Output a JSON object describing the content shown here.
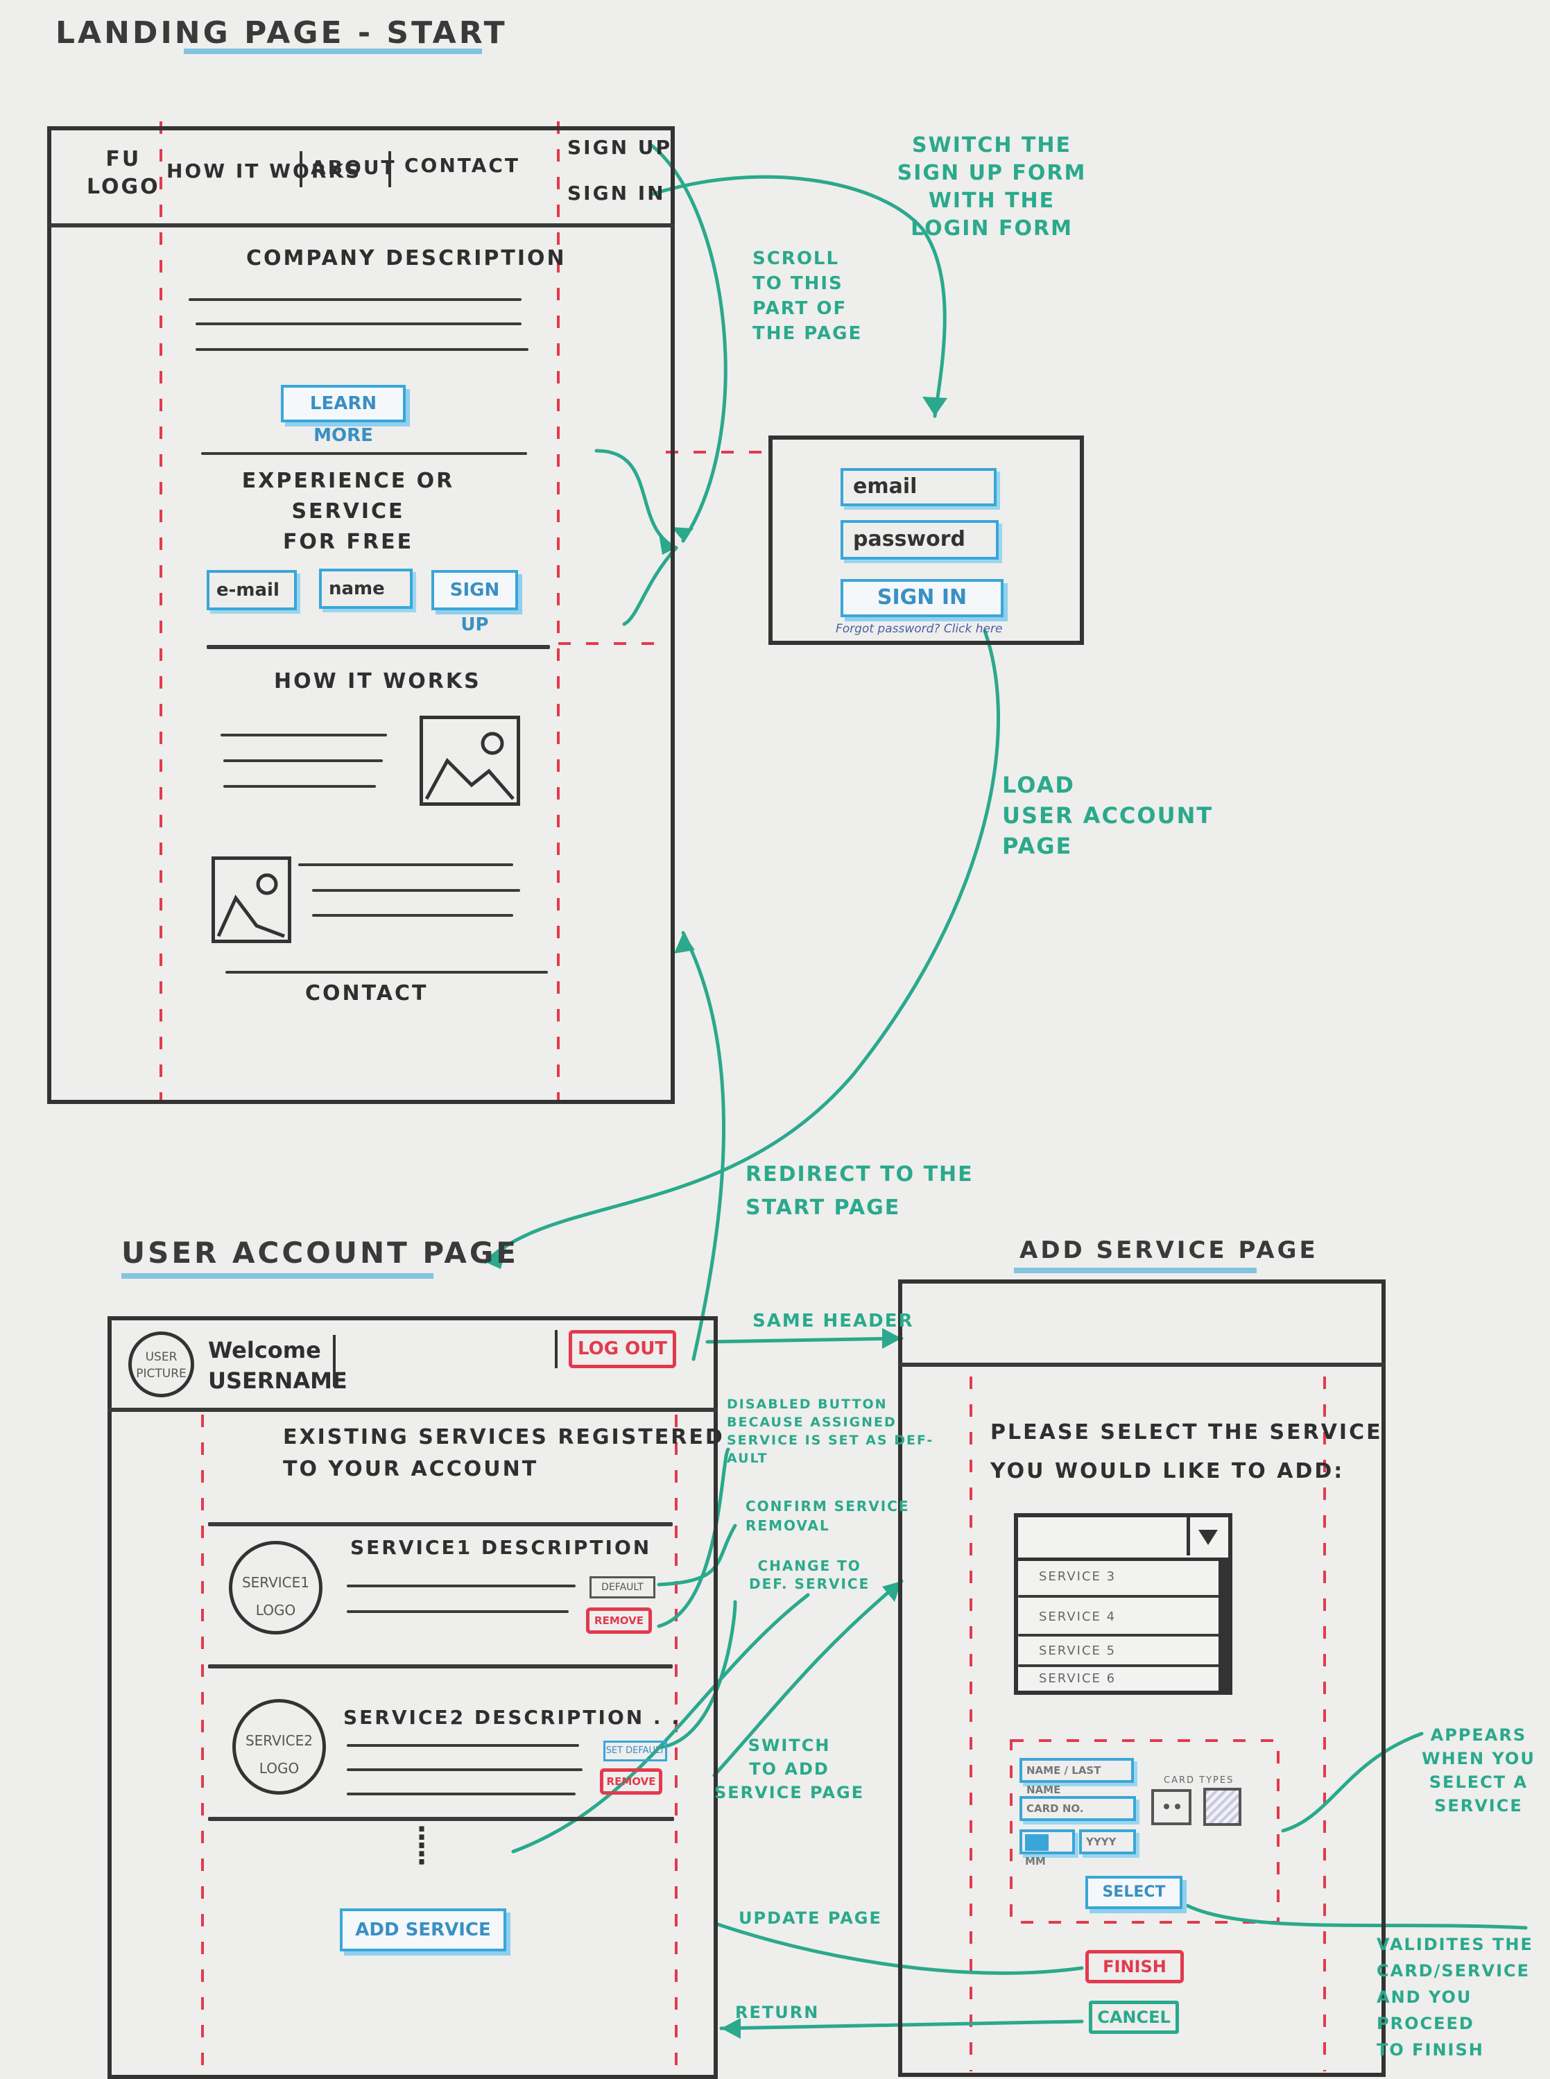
{
  "landing": {
    "title": "LANDING PAGE - START",
    "logo_line1": "FU",
    "logo_line2": "LOGO",
    "nav": [
      "HOW IT WORKS",
      "ABOUT",
      "CONTACT"
    ],
    "sign_up": "SIGN UP",
    "sign_in": "SIGN IN",
    "company_description": "COMPANY DESCRIPTION",
    "learn_more": "LEARN MORE",
    "experience_line1": "EXPERIENCE OR SERVICE",
    "experience_line2": "FOR FREE",
    "email_field": "e-mail",
    "name_field": "name",
    "signup_button": "SIGN UP",
    "how_it_works": "HOW IT WORKS",
    "contact": "CONTACT"
  },
  "login": {
    "email": "email",
    "password": "password",
    "sign_in": "SIGN IN",
    "forgot": "Forgot password? Click here"
  },
  "annotations": {
    "switch_form": [
      "SWITCH THE",
      "SIGN UP FORM",
      "WITH THE",
      "LOGIN FORM"
    ],
    "scroll": [
      "SCROLL",
      "TO THIS",
      "PART OF",
      "THE PAGE"
    ],
    "load_account": [
      "LOAD",
      "USER ACCOUNT",
      "PAGE"
    ],
    "redirect": [
      "REDIRECT TO THE",
      "START PAGE"
    ],
    "same_header": "SAME HEADER",
    "disabled_button": [
      "DISABLED BUTTON",
      "BECAUSE ASSIGNED",
      "SERVICE IS SET AS DEF-",
      "AULT"
    ],
    "confirm_removal": [
      "CONFIRM SERVICE",
      "REMOVAL"
    ],
    "change_default": [
      "CHANGE TO",
      "DEF. SERVICE"
    ],
    "switch_add": [
      "SWITCH",
      "TO ADD",
      "SERVICE PAGE"
    ],
    "update_page": "UPDATE PAGE",
    "return": "RETURN",
    "appears": [
      "APPEARS",
      "WHEN YOU",
      "SELECT A",
      "SERVICE"
    ],
    "validates": [
      "VALIDITES THE",
      "CARD/SERVICE",
      "AND YOU PROCEED",
      "TO FINISH"
    ]
  },
  "account": {
    "title": "USER ACCOUNT PAGE",
    "user_picture_line1": "USER",
    "user_picture_line2": "PICTURE",
    "welcome": "Welcome",
    "username": "USERNAME",
    "log_out": "LOG OUT",
    "existing_line1": "EXISTING SERVICES REGISTERED",
    "existing_line2": "TO YOUR ACCOUNT",
    "services": [
      {
        "logo1": "SERVICE1",
        "logo2": "LOGO",
        "description": "SERVICE1 DESCRIPTION",
        "action": "DEFAULT",
        "remove": "REMOVE"
      },
      {
        "logo1": "SERVICE2",
        "logo2": "LOGO",
        "description": "SERVICE2 DESCRIPTION . .",
        "action": "SET DEFAULT",
        "remove": "REMOVE"
      }
    ],
    "add_service": "ADD SERVICE"
  },
  "add_service_page": {
    "title": "ADD SERVICE PAGE",
    "prompt_line1": "PLEASE SELECT THE SERVICE",
    "prompt_line2": "YOU WOULD LIKE TO ADD:",
    "options": [
      "SERVICE 3",
      "SERVICE 4",
      "SERVICE 5",
      "SERVICE 6"
    ],
    "name_field": "NAME / LAST NAME",
    "card_field": "CARD NO.",
    "mm": "MM",
    "yyyy": "YYYY",
    "card_types": "CARD TYPES",
    "select": "SELECT",
    "finish": "FINISH",
    "cancel": "CANCEL"
  },
  "colors": {
    "ink": "#333333",
    "teal": "#2aa98c",
    "red": "#e23a4e",
    "blue": "#3aa6d8"
  }
}
